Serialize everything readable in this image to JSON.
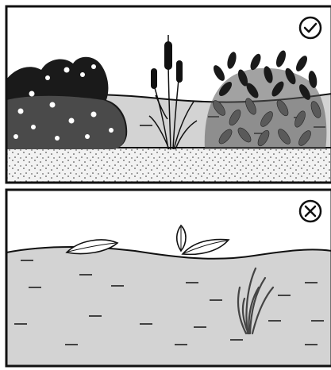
{
  "panels": [
    {
      "id": "correct",
      "status_icon": "checkmark-circle-icon",
      "plants": [
        "flowering-shrub",
        "cattail",
        "leafy-shrub"
      ],
      "substrate": "gravel"
    },
    {
      "id": "incorrect",
      "status_icon": "x-circle-icon",
      "plants": [
        "floating-leaves",
        "submerged-grass"
      ]
    }
  ],
  "colors": {
    "outline": "#111111",
    "water": "#d3d3d3",
    "dark_foliage": "#1a1a1a",
    "mid_foliage": "#555555",
    "gravel_bg": "#f2f2f2"
  }
}
